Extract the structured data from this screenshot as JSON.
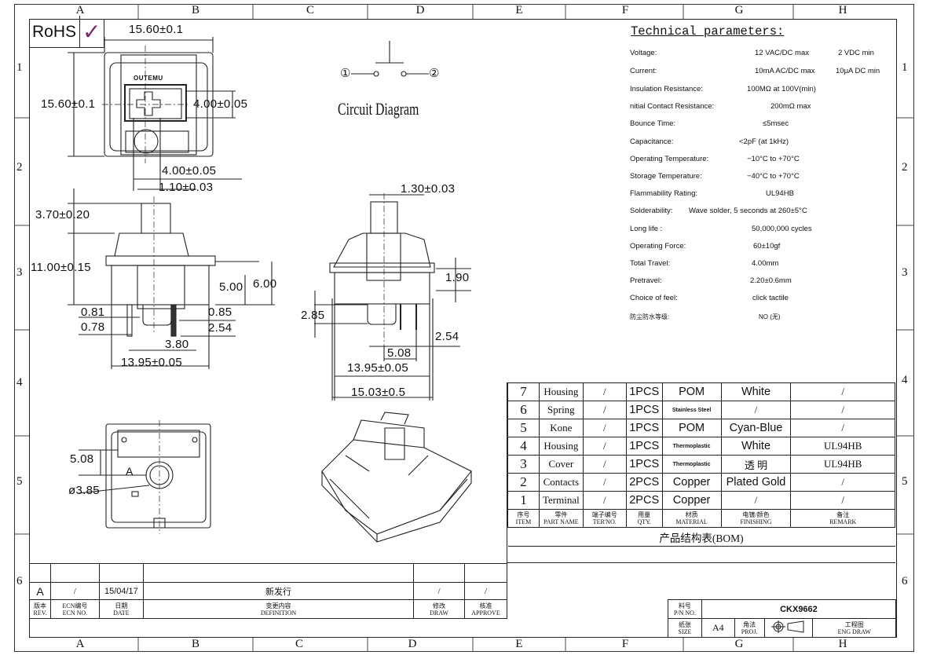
{
  "border": {
    "columns": [
      "A",
      "B",
      "C",
      "D",
      "E",
      "F",
      "G",
      "H"
    ],
    "rows": [
      "1",
      "2",
      "3",
      "4",
      "5",
      "6"
    ]
  },
  "rohs": {
    "label": "RoHS",
    "check": "✓"
  },
  "top_view": {
    "brand": "OUTEMU",
    "dims": {
      "width": "15.60±0.1",
      "height": "15.60±0.1",
      "stem_cross": "4.00±0.05",
      "stem_width": "4.00±0.05"
    }
  },
  "side_view": {
    "dims": {
      "stem": "1.10±0.03",
      "stem_height": "3.70±0.20",
      "body_height": "11.00±0.15",
      "d500": "5.00",
      "d600": "6.00",
      "d081": "0.81",
      "d078": "0.78",
      "d085": "0.85",
      "d254": "2.54",
      "d380": "3.80",
      "width": "13.95±0.05"
    }
  },
  "front_view": {
    "dims": {
      "stem": "1.30±0.03",
      "d190": "1.90",
      "d285": "2.85",
      "d254": "2.54",
      "d508": "5.08",
      "width": "13.95±0.05",
      "total": "15.03±0.5"
    }
  },
  "bottom_view": {
    "dims": {
      "d508": "5.08",
      "hole": "ø3.85",
      "mark": "A"
    }
  },
  "circuit": {
    "title": "Circuit Diagram",
    "pin1": "①",
    "pin2": "②"
  },
  "tech": {
    "title": "Technical parameters:",
    "rows": [
      {
        "label": "Voltage:",
        "value": "12 VAC/DC max",
        "value2": "2 VDC min"
      },
      {
        "label": "Current:",
        "value": "10mA AC/DC max",
        "value2": "10μA DC min"
      },
      {
        "label": "Insulation Resistance:",
        "value": "100MΩ at 100V(min)"
      },
      {
        "label": "nitial Contact Resistance:",
        "value": "200mΩ max"
      },
      {
        "label": "Bounce Time:",
        "value": "≤5msec"
      },
      {
        "label": "Capacitance:",
        "value": "<2pF (at 1kHz)"
      },
      {
        "label": "Operating Temperature:",
        "value": "−10°C to +70°C"
      },
      {
        "label": "Storage Temperature:",
        "value": "−40°C to +70°C"
      },
      {
        "label": "Flammability Rating:",
        "value": "UL94HB"
      },
      {
        "label": "Solderability:",
        "value": "Wave solder, 5 seconds at 260±5°C"
      },
      {
        "label": "Long life :",
        "value": "50,000,000 cycles"
      },
      {
        "label": "Operating Force:",
        "value": "60±10gf"
      },
      {
        "label": "Total Travel:",
        "value": "4.00mm"
      },
      {
        "label": "Pretravel:",
        "value": "2.20±0.6mm"
      },
      {
        "label": "Choice of feel:",
        "value": "click tactile"
      },
      {
        "label": "防尘防水等级:",
        "value": "NO (无)"
      }
    ]
  },
  "bom": {
    "rows": [
      {
        "item": "7",
        "part": "Housing",
        "ter": "/",
        "qty": "1PCS",
        "material": "POM",
        "finishing": "White",
        "remark": "/"
      },
      {
        "item": "6",
        "part": "Spring",
        "ter": "/",
        "qty": "1PCS",
        "material": "Stainless Steel",
        "finishing": "/",
        "remark": "/"
      },
      {
        "item": "5",
        "part": "Kone",
        "ter": "/",
        "qty": "1PCS",
        "material": "POM",
        "finishing": "Cyan-Blue",
        "remark": "/"
      },
      {
        "item": "4",
        "part": "Housing",
        "ter": "/",
        "qty": "1PCS",
        "material": "Thermoplastic",
        "finishing": "White",
        "remark": "UL94HB"
      },
      {
        "item": "3",
        "part": "Cover",
        "ter": "/",
        "qty": "1PCS",
        "material": "Thermoplastic",
        "finishing": "透 明",
        "remark": "UL94HB"
      },
      {
        "item": "2",
        "part": "Contacts",
        "ter": "/",
        "qty": "2PCS",
        "material": "Copper",
        "finishing": "Plated Gold",
        "remark": "/"
      },
      {
        "item": "1",
        "part": "Terminal",
        "ter": "/",
        "qty": "2PCS",
        "material": "Copper",
        "finishing": "/",
        "remark": "/"
      }
    ],
    "headers": [
      {
        "cn": "序号",
        "en": "ITEM"
      },
      {
        "cn": "零件",
        "en": "PART NAME"
      },
      {
        "cn": "端子编号",
        "en": "TER'NO."
      },
      {
        "cn": "用量",
        "en": "QTY."
      },
      {
        "cn": "材质",
        "en": "MATERIAL"
      },
      {
        "cn": "电镀/颜色",
        "en": "FINISHING"
      },
      {
        "cn": "备注",
        "en": "REMARK"
      }
    ],
    "title": "产品结构表(BOM)"
  },
  "revision": {
    "values": {
      "rev": "A",
      "ecn": "/",
      "date": "15/04/17",
      "definition": "新发行",
      "draw": "/",
      "approve": "/"
    },
    "headers": [
      {
        "cn": "版本",
        "en": "REV."
      },
      {
        "cn": "ECN编号",
        "en": "ECN NO."
      },
      {
        "cn": "日期",
        "en": "DATE"
      },
      {
        "cn": "变更内容",
        "en": "DEFINITION"
      },
      {
        "cn": "修改",
        "en": "DRAW"
      },
      {
        "cn": "核准",
        "en": "APPROVE"
      }
    ]
  },
  "title_block": {
    "pn_label_cn": "料号",
    "pn_label_en": "P/N NO.",
    "pn": "CKX9662",
    "size_label_cn": "纸张",
    "size_label_en": "SIZE",
    "size": "A4",
    "proj_label_cn": "角法",
    "proj_label_en": "PROJ.",
    "eng_cn": "工程图",
    "eng_en": "ENG DRAW"
  }
}
